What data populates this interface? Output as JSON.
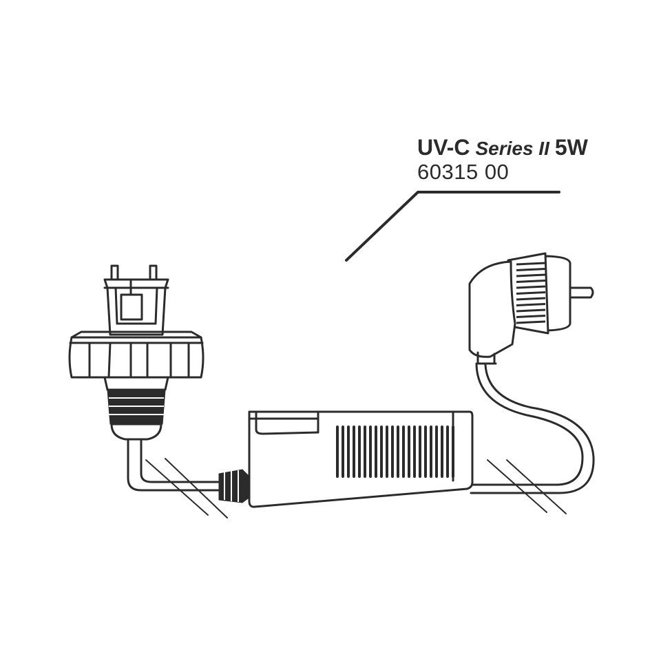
{
  "callout": {
    "model": "UV-C",
    "series": "Series II",
    "wattage": "5W",
    "part_number": "60315 00"
  },
  "colors": {
    "line": "#2b2b2b",
    "background": "#ffffff"
  }
}
